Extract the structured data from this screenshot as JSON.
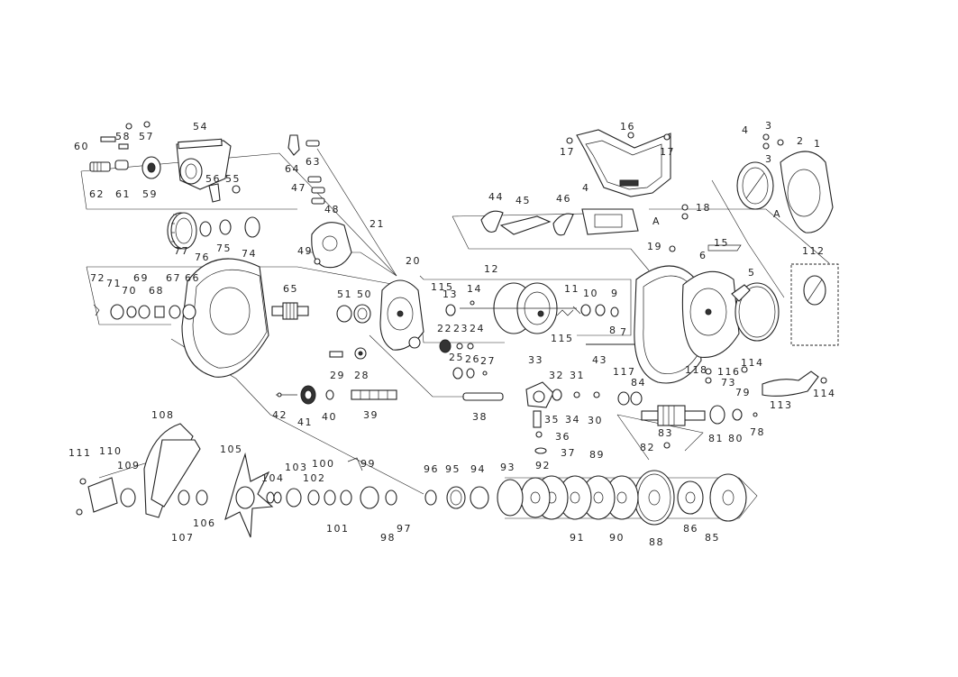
{
  "part_numbers": {
    "p1": "1",
    "p2": "2",
    "p3a": "3",
    "p3b": "3",
    "p4a": "4",
    "p4b": "4",
    "p5": "5",
    "p6": "6",
    "p7": "7",
    "p8": "8",
    "p9": "9",
    "p10": "10",
    "p11": "11",
    "p12": "12",
    "p13": "13",
    "p14": "14",
    "p15a": "15",
    "p15b": "115",
    "p16": "16",
    "p17a": "17",
    "p17b": "17",
    "p18": "18",
    "p19": "19",
    "p20": "20",
    "p21": "21",
    "p22": "22",
    "p23": "23",
    "p24": "24",
    "p25": "25",
    "p26": "26",
    "p27": "27",
    "p28": "28",
    "p29": "29",
    "p30": "30",
    "p31": "31",
    "p32": "32",
    "p33": "33",
    "p34": "34",
    "p35": "35",
    "p36": "36",
    "p37": "37",
    "p38": "38",
    "p39": "39",
    "p40": "40",
    "p41": "41",
    "p42": "42",
    "p43": "43",
    "p44": "44",
    "p45": "45",
    "p46": "46",
    "p47": "47",
    "p48": "48",
    "p49": "49",
    "p50": "50",
    "p51": "51",
    "p54": "54",
    "p55": "55",
    "p56": "56",
    "p57": "57",
    "p58": "58",
    "p59": "59",
    "p60": "60",
    "p61": "61",
    "p62": "62",
    "p63": "63",
    "p64": "64",
    "p65": "65",
    "p66": "66",
    "p67": "67",
    "p68": "68",
    "p69": "69",
    "p70": "70",
    "p71": "71",
    "p72": "72",
    "p73": "73",
    "p74": "74",
    "p75": "75",
    "p76": "76",
    "p77": "77",
    "p78": "78",
    "p79": "79",
    "p80": "80",
    "p81": "81",
    "p82": "82",
    "p83": "83",
    "p84": "84",
    "p85": "85",
    "p86": "86",
    "p88": "88",
    "p89": "89",
    "p90": "90",
    "p91": "91",
    "p92": "92",
    "p93": "93",
    "p94": "94",
    "p95": "95",
    "p96": "96",
    "p97": "97",
    "p98": "98",
    "p99": "99",
    "p100": "100",
    "p101": "101",
    "p102": "102",
    "p103": "103",
    "p104": "104",
    "p105": "105",
    "p106": "106",
    "p107": "107",
    "p108": "108",
    "p109": "109",
    "p110": "110",
    "p111": "111",
    "p112": "112",
    "p113": "113",
    "p114a": "114",
    "p114b": "114",
    "p115a": "115",
    "p116": "116",
    "p117": "117",
    "p118": "118"
  },
  "callouts": {
    "a1": "A",
    "a2": "A"
  },
  "stroke_color": "#222222",
  "background_color": "#ffffff"
}
